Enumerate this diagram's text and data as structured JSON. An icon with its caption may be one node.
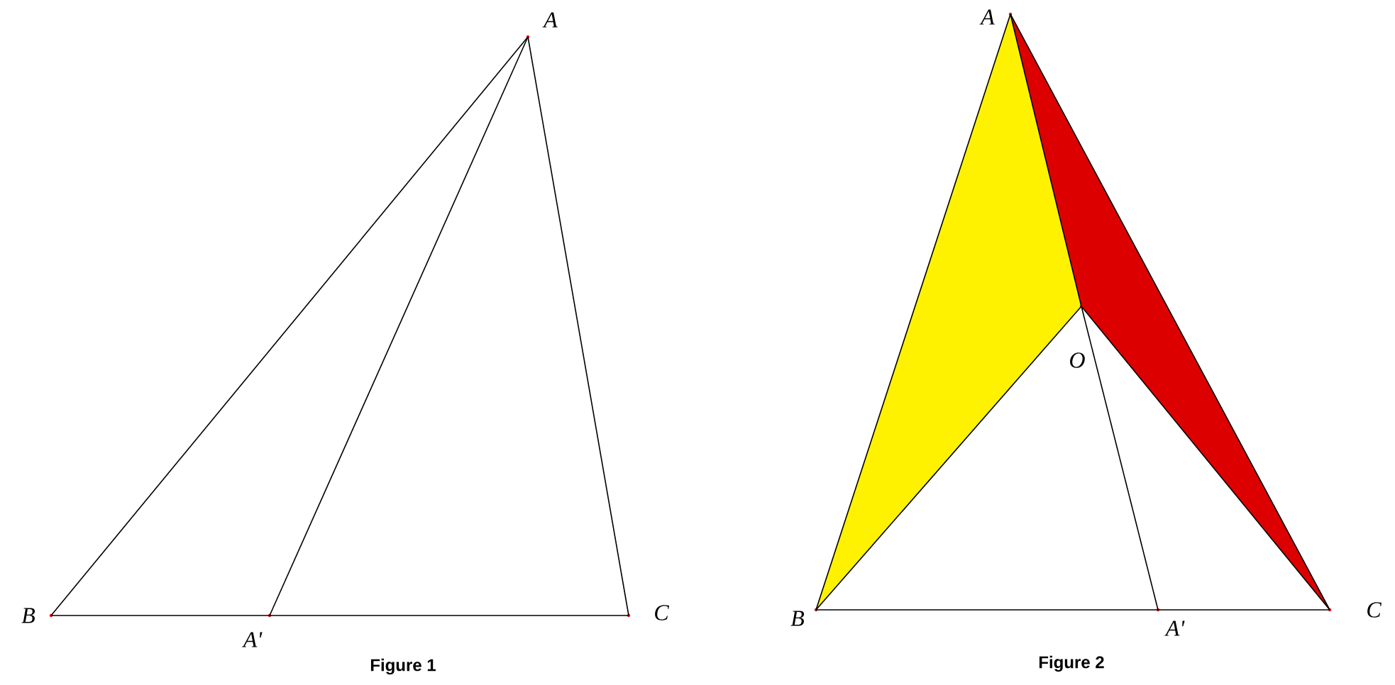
{
  "diagram": {
    "nodes": [
      {
        "text": [
          "A"
        ]
      },
      {
        "text": [
          "B"
        ]
      },
      {
        "text": [
          "A'"
        ]
      },
      {
        "text": [
          "C"
        ]
      },
      {
        "text": [
          "A"
        ]
      },
      {
        "text": [
          "O"
        ]
      },
      {
        "text": [
          "B"
        ]
      },
      {
        "text": [
          "A'"
        ]
      },
      {
        "text": [
          "C"
        ]
      }
    ],
    "edges": [
      {
        "from": 0,
        "to": 1,
        "arrow": "none"
      },
      {
        "from": 0,
        "to": 2,
        "arrow": "none"
      },
      {
        "from": 0,
        "to": 3,
        "arrow": "none"
      },
      {
        "from": 1,
        "to": 2,
        "arrow": "none"
      },
      {
        "from": 2,
        "to": 3,
        "arrow": "none"
      },
      {
        "from": 4,
        "to": 6,
        "arrow": "none"
      },
      {
        "from": 4,
        "to": 8,
        "arrow": "none"
      },
      {
        "from": 4,
        "to": 5,
        "arrow": "none"
      },
      {
        "from": 5,
        "to": 6,
        "arrow": "none"
      },
      {
        "from": 5,
        "to": 8,
        "arrow": "none"
      },
      {
        "from": 5,
        "to": 7,
        "arrow": "none"
      },
      {
        "from": 6,
        "to": 7,
        "arrow": "none"
      },
      {
        "from": 7,
        "to": 8,
        "arrow": "none"
      }
    ],
    "labels": [
      "Figure 1",
      "Figure 2"
    ]
  }
}
